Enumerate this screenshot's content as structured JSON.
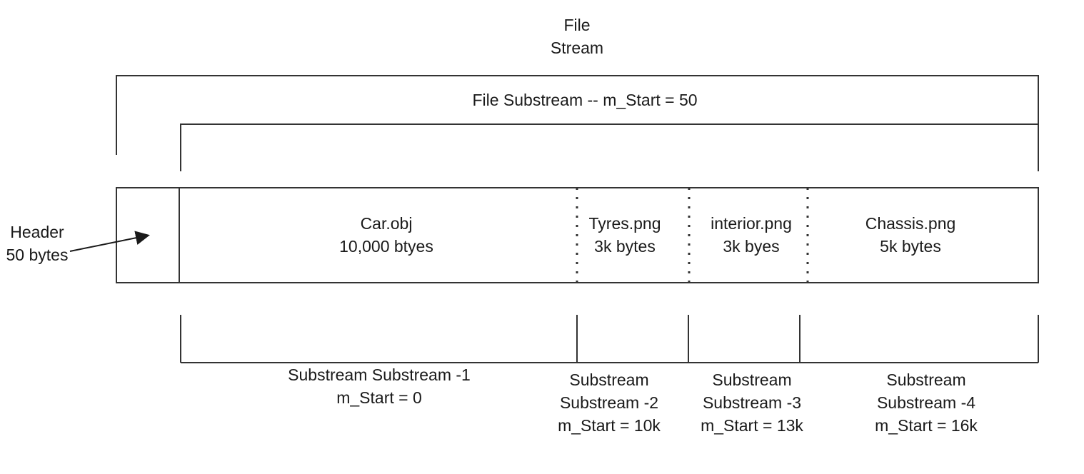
{
  "file_stream": {
    "line1": "File",
    "line2": "Stream"
  },
  "file_substream": {
    "label": "File Substream -- m_Start = 50"
  },
  "header": {
    "line1": "Header",
    "line2": "50 bytes"
  },
  "segments": [
    {
      "name": "Car.obj",
      "size": "10,000 btyes"
    },
    {
      "name": "Tyres.png",
      "size": "3k bytes"
    },
    {
      "name": "interior.png",
      "size": "3k byes"
    },
    {
      "name": "Chassis.png",
      "size": "5k bytes"
    }
  ],
  "substreams": [
    {
      "line1": "Substream Substream -1",
      "line2": "m_Start = 0"
    },
    {
      "line1": "Substream",
      "line2": "Substream -2",
      "line3": "m_Start = 10k"
    },
    {
      "line1": "Substream",
      "line2": "Substream -3",
      "line3": "m_Start = 13k"
    },
    {
      "line1": "Substream",
      "line2": "Substream -4",
      "line3": "m_Start = 16k"
    }
  ]
}
